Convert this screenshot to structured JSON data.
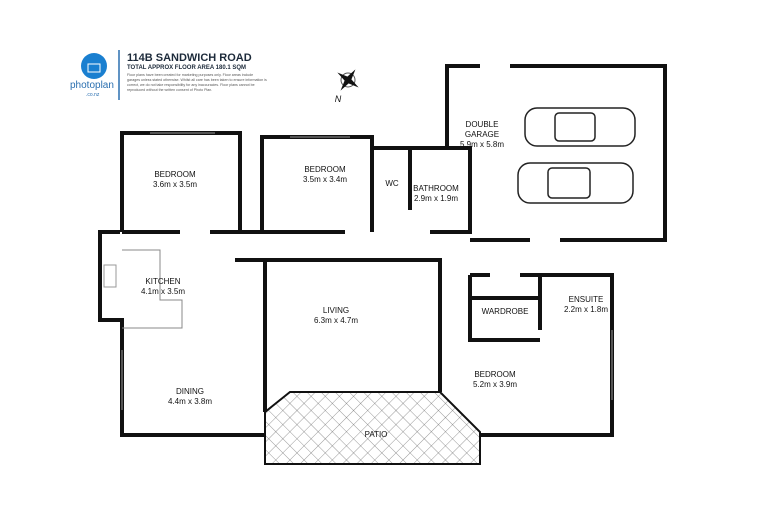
{
  "header": {
    "title": "114B SANDWICH ROAD",
    "subtitle": "TOTAL APPROX FLOOR AREA 180.1 SQM",
    "disclaimer": "Floor plans have been created for marketing purposes only. Floor areas include garages unless stated otherwise. Whilst all care has been taken to ensure information is correct, we do not take responsibility for any inaccuracies. Floor plans cannot be reproduced without the written consent of Photo Plan."
  },
  "logo": {
    "name": "photoplan",
    "domain": ".co.nz",
    "color": "#1a7fd0"
  },
  "compass": {
    "label": "N"
  },
  "rooms": {
    "bedroom1": {
      "name": "BEDROOM",
      "size": "3.6m x 3.5m"
    },
    "bedroom2": {
      "name": "BEDROOM",
      "size": "3.5m x 3.4m"
    },
    "wc": {
      "name": "WC"
    },
    "bathroom": {
      "name": "BATHROOM",
      "size": "2.9m x 1.9m"
    },
    "garage": {
      "name": "DOUBLE GARAGE",
      "size": "5.9m x 5.8m"
    },
    "kitchen": {
      "name": "KITCHEN",
      "size": "4.1m x 3.5m"
    },
    "living": {
      "name": "LIVING",
      "size": "6.3m x 4.7m"
    },
    "wardrobe": {
      "name": "WARDROBE"
    },
    "ensuite": {
      "name": "ENSUITE",
      "size": "2.2m x 1.8m"
    },
    "bedroom3": {
      "name": "BEDROOM",
      "size": "5.2m x 3.9m"
    },
    "dining": {
      "name": "DINING",
      "size": "4.4m x 3.8m"
    },
    "patio": {
      "name": "PATIO"
    }
  }
}
